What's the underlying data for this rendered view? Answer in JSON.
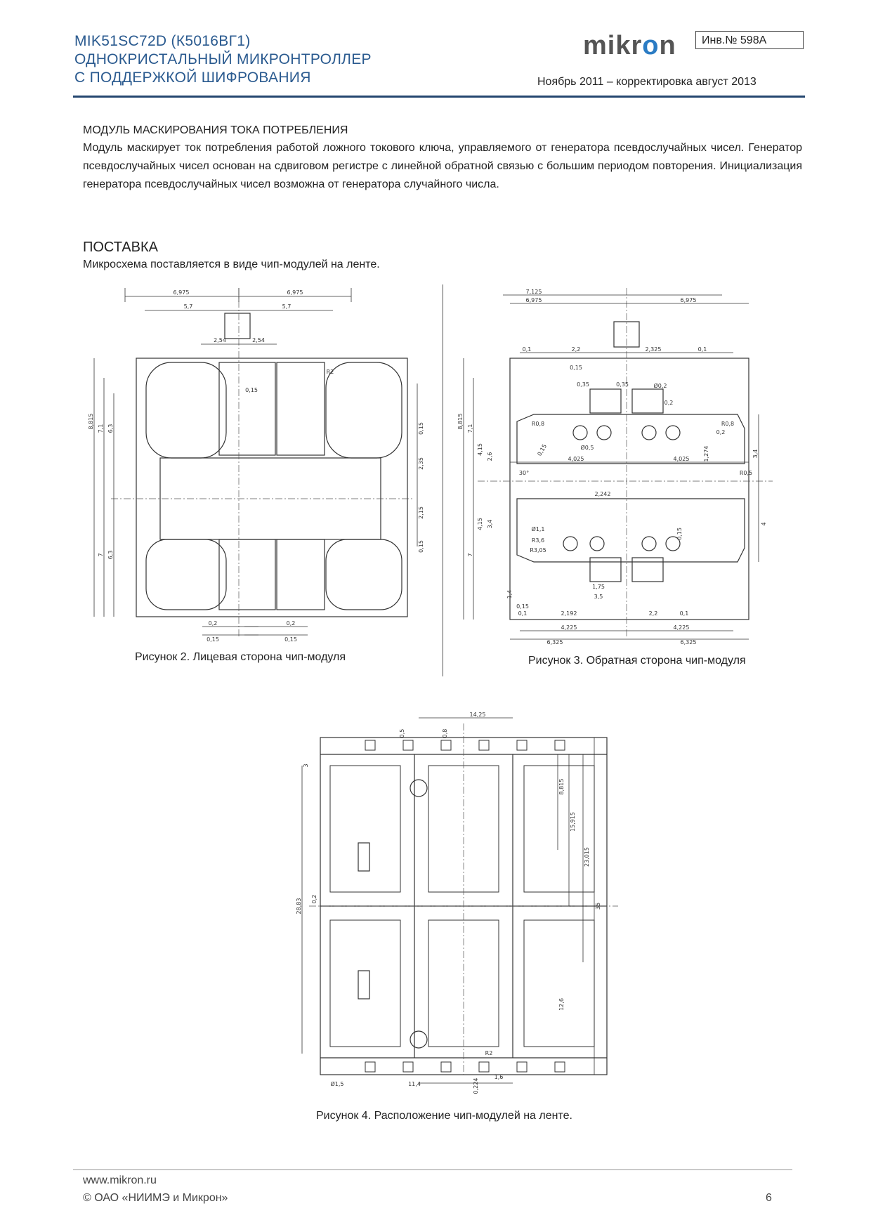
{
  "header": {
    "title_lines": [
      "MIK51SC72D (К5016ВГ1)",
      "ОДНОКРИСТАЛЬНЫЙ МИКРОНТРОЛЛЕР",
      "С ПОДДЕРЖКОЙ ШИФРОВАНИЯ"
    ],
    "logo_text": "mikron",
    "inventory_number": "Инв.№ 598А",
    "date": "Ноябрь 2011 – корректировка август 2013"
  },
  "section1": {
    "title": "МОДУЛЬ МАСКИРОВАНИЯ ТОКА ПОТРЕБЛЕНИЯ",
    "body": "Модуль маскирует ток потребления работой ложного токового ключа, управляемого от генератора псевдослучайных чисел. Генератор псевдослучайных чисел основан на сдвиговом регистре с линейной обратной связью с большим периодом повторения. Инициализация  генератора псевдослучайных чисел возможна от генератора случайного числа."
  },
  "section2": {
    "title": "ПОСТАВКА",
    "body": "Микросхема поставляется в виде чип-модулей на ленте."
  },
  "figures": {
    "fig2": {
      "caption": "Рисунок 2. Лицевая сторона чип-модуля",
      "dims": [
        "6,975",
        "6,975",
        "5,7",
        "5,7",
        "2,54",
        "2,54",
        "0,15",
        "R2",
        "8,815",
        "7,1",
        "6,3",
        "6,3",
        "7",
        "0,15",
        "2,35",
        "2,15",
        "0,15",
        "0,2",
        "0,2",
        "0,15",
        "0,15"
      ]
    },
    "fig3": {
      "caption": "Рисунок 3. Обратная сторона чип-модуля",
      "dims": [
        "7,125",
        "6,975",
        "6,975",
        "0,1",
        "2,2",
        "2,325",
        "0,1",
        "0,15",
        "0,35",
        "0,35",
        "Ø0,2",
        "0,2",
        "R0,8",
        "R0,8",
        "0,2",
        "Ø0,5",
        "4,15",
        "2,6",
        "30°",
        "0,15",
        "4,025",
        "4,025",
        "1,274",
        "3,4",
        "R0,5",
        "2,242",
        "4,15",
        "3,4",
        "Ø1,1",
        "R3,6",
        "R3,05",
        "0,15",
        "1,75",
        "3,5",
        "1,4",
        "0,15",
        "0,1",
        "2,192",
        "2,2",
        "0,1",
        "4,225",
        "4,225",
        "6,325",
        "6,325",
        "8,815",
        "7,1",
        "7",
        "4"
      ]
    },
    "fig4": {
      "caption": "Рисунок 4. Расположение чип-модулей на ленте.",
      "dims": [
        "14,25",
        "0,5",
        "0,8",
        "3",
        "8,815",
        "15,915",
        "23,015",
        "35",
        "28,83",
        "0,2",
        "12,6",
        "R2",
        "Ø1,5",
        "11,4",
        "0,224",
        "1,6"
      ]
    }
  },
  "footer": {
    "url": "www.mikron.ru",
    "copyright": "© ОАО «НИИМЭ и Микрон»",
    "page": "6"
  }
}
